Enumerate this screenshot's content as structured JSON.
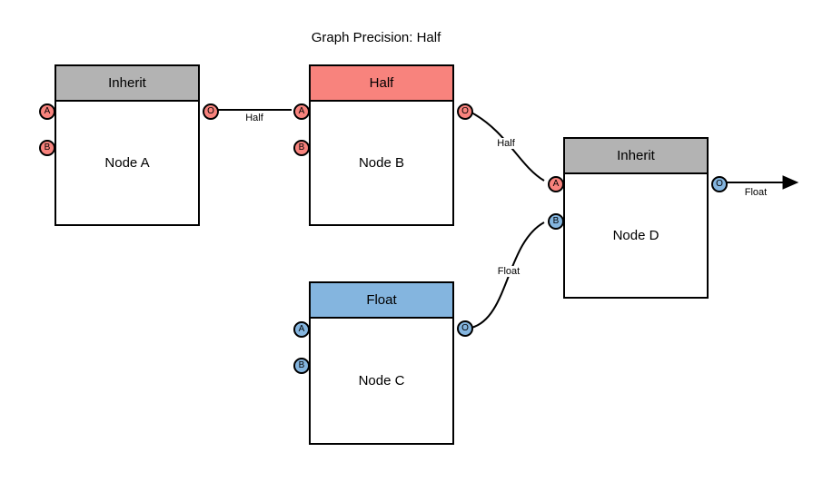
{
  "title": "Graph Precision: Half",
  "colors": {
    "inherit": "#B3B3B3",
    "half": "#F8837D",
    "float": "#84B5DF",
    "stroke": "#000000",
    "node_fill": "#FFFFFF"
  },
  "nodes": [
    {
      "title": "Node A",
      "header": "Inherit",
      "ports": {
        "a": "A",
        "b": "B",
        "o": "O"
      }
    },
    {
      "title": "Node B",
      "header": "Half",
      "ports": {
        "a": "A",
        "b": "B",
        "o": "O"
      }
    },
    {
      "title": "Node C",
      "header": "Float",
      "ports": {
        "a": "A",
        "b": "B",
        "o": "O"
      }
    },
    {
      "title": "Node D",
      "header": "Inherit",
      "ports": {
        "a": "A",
        "b": "B",
        "o": "O"
      }
    }
  ],
  "edges": [
    {
      "from": "Node A.O",
      "to": "Node B.A",
      "label": "Half"
    },
    {
      "from": "Node B.O",
      "to": "Node D.A",
      "label": "Half"
    },
    {
      "from": "Node C.O",
      "to": "Node D.B",
      "label": "Float"
    },
    {
      "from": "Node D.O",
      "to": "graph-output",
      "label": "Float"
    }
  ]
}
